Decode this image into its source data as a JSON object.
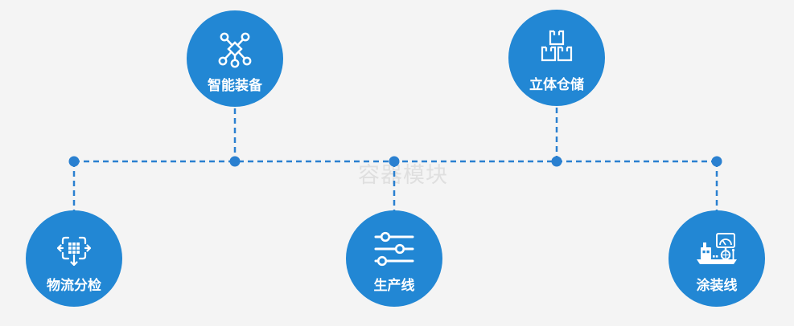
{
  "watermark": "容器模块",
  "colors": {
    "background": "#f4f4f4",
    "node_blue": "#2287d4",
    "connector_blue": "#2a80d0",
    "icon_white": "#ffffff",
    "watermark_gray": "#d9d9d9"
  },
  "nodes": [
    {
      "id": "smart-equipment",
      "label": "智能装备",
      "icon": "network-nodes-icon"
    },
    {
      "id": "vertical-warehouse",
      "label": "立体仓储",
      "icon": "stacked-boxes-icon"
    },
    {
      "id": "logistics-sorting",
      "label": "物流分检",
      "icon": "sorting-arrows-icon"
    },
    {
      "id": "production-line",
      "label": "生产线",
      "icon": "sliders-icon"
    },
    {
      "id": "coating-line",
      "label": "涂装线",
      "icon": "machine-monitor-icon"
    }
  ]
}
